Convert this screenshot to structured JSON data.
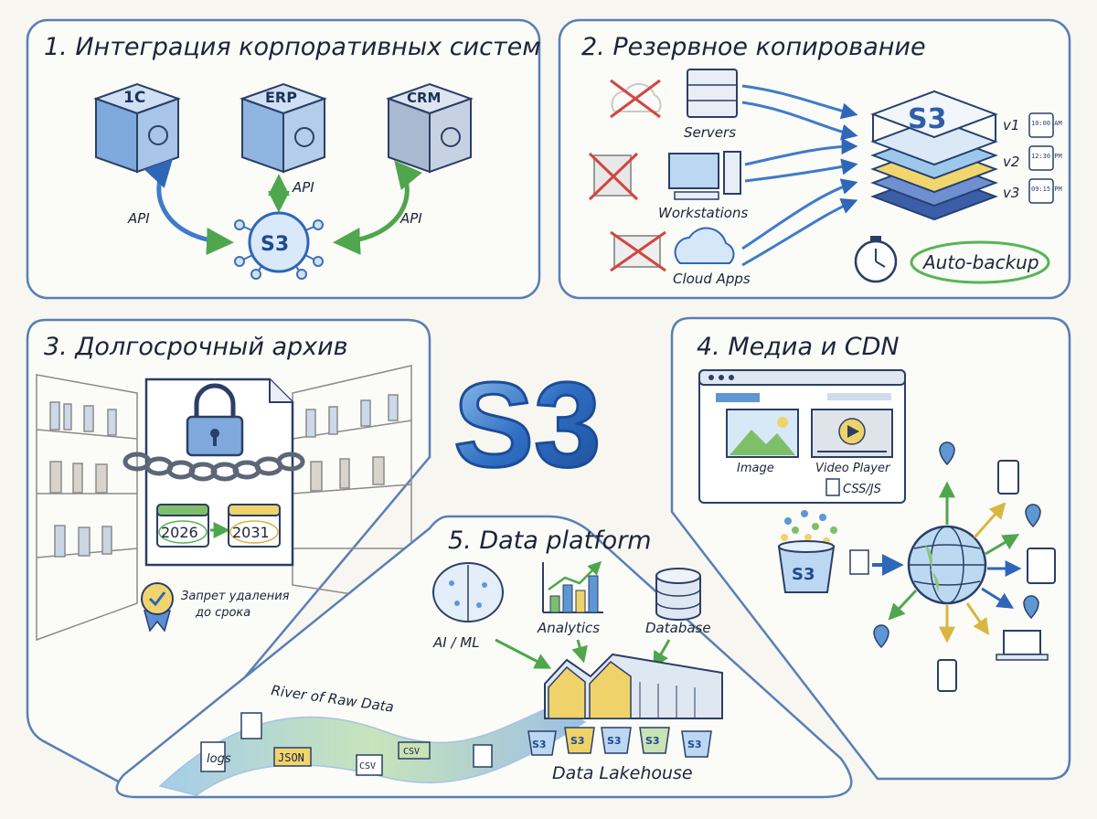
{
  "sections": {
    "integration": {
      "title": "1. Интеграция корпоративных систем",
      "systems": [
        "1C",
        "ERP",
        "CRM"
      ],
      "api_label": "API",
      "hub_label": "S3"
    },
    "backup": {
      "title": "2. Резервное копирование",
      "sources": [
        "Servers",
        "Workstations",
        "Cloud Apps"
      ],
      "bucket_label": "S3",
      "versions": [
        "v1",
        "v2",
        "v3"
      ],
      "version_times": [
        "10:00 AM",
        "12:30 PM",
        "09:15 PM"
      ],
      "auto_label": "Auto-backup"
    },
    "archive": {
      "title": "3. Долгосрочный архив",
      "year_from": "2026",
      "year_to": "2031",
      "lock_note_line1": "Запрет удаления",
      "lock_note_line2": "до срока"
    },
    "media": {
      "title": "4. Медиа и CDN",
      "image_label": "Image",
      "video_label": "Video Player",
      "assets_label": "CSS/JS",
      "bucket_label": "S3"
    },
    "platform": {
      "title": "5. Data platform",
      "consumers": [
        "AI / ML",
        "Analytics",
        "Database"
      ],
      "river_label": "River of Raw Data",
      "lakehouse_label": "Data Lakehouse",
      "bucket_label": "S3",
      "file_tags": [
        "logs",
        "JSON",
        "CSV",
        "CSV"
      ]
    }
  },
  "center_logo": "S3",
  "colors": {
    "accent_blue": "#2f66b8",
    "light_blue": "#9cc4ea",
    "green": "#59b556",
    "yellow": "#efd36a",
    "red": "#d2463f"
  }
}
